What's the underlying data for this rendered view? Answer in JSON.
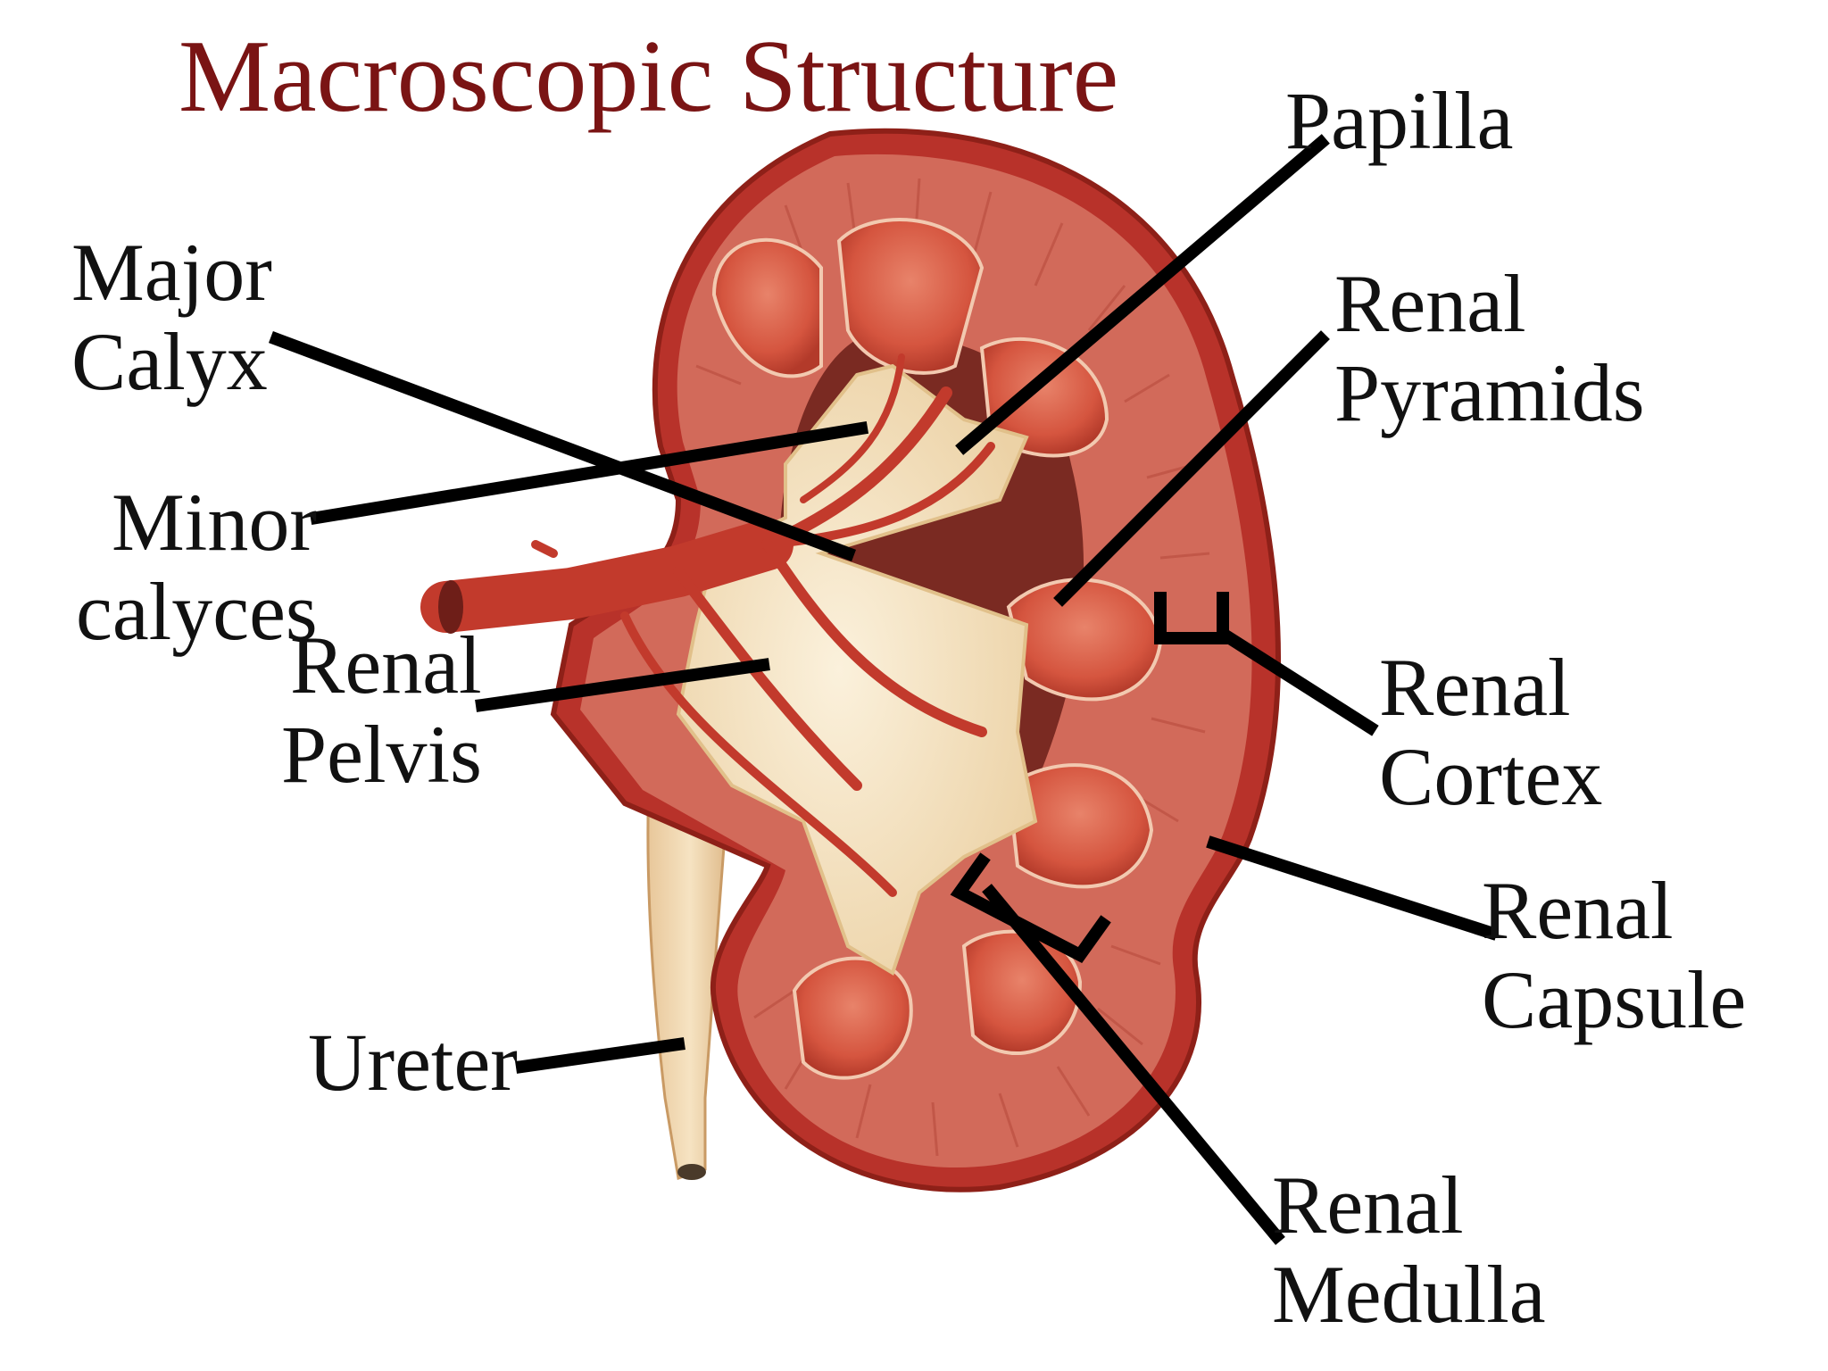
{
  "title": "Macroscopic Structure",
  "colors": {
    "title": "#7a1414",
    "label": "#111111",
    "leader_line": "#000000",
    "capsule": "#b8322a",
    "cortex": "#d26a5a",
    "pyramid": "#d5553f",
    "pelvis": "#f5e6c8",
    "vessel": "#c23a2c"
  },
  "labels": {
    "papilla": "Papilla",
    "major_calyx": [
      "Major",
      "Calyx"
    ],
    "renal_pyramids": [
      "Renal",
      "Pyramids"
    ],
    "minor_calyces": [
      "Minor",
      "calyces"
    ],
    "renal_pelvis": [
      "Renal",
      "Pelvis"
    ],
    "renal_cortex": [
      "Renal",
      "Cortex"
    ],
    "renal_capsule": [
      "Renal",
      "Capsule"
    ],
    "ureter": "Ureter",
    "renal_medulla": [
      "Renal",
      "Medulla"
    ]
  }
}
